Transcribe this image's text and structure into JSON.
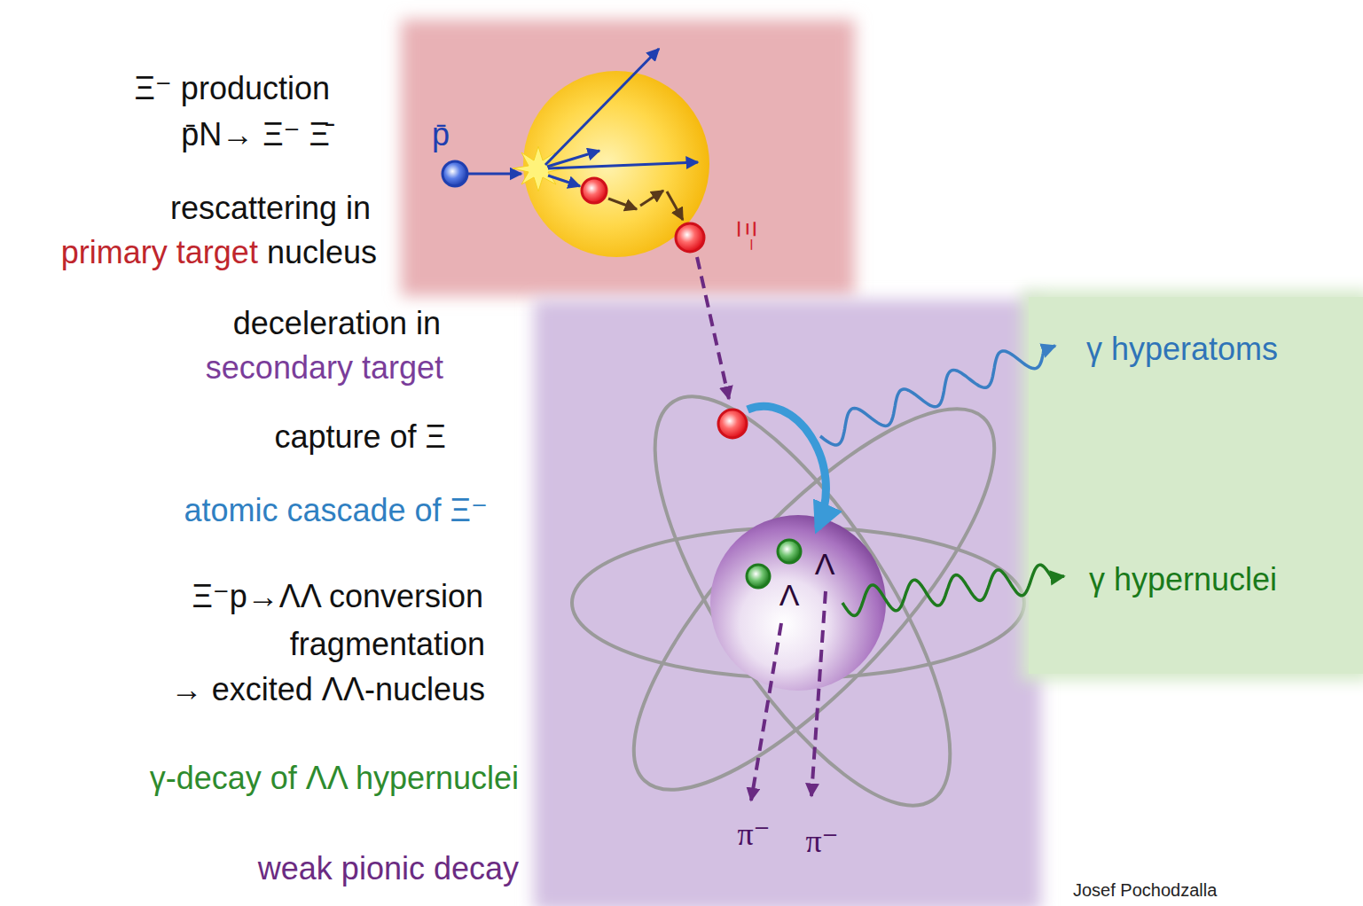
{
  "diagram": {
    "nodes": [
      {
        "text": [
          "γ hyperatoms",
          "γ hypernuclei"
        ]
      },
      {
        "text": [
          "Λ",
          "Λ"
        ]
      }
    ],
    "labels": [
      "Ξ⁻ production",
      "p̄N→ Ξ⁻ Ξ̄",
      "rescattering in",
      "primary target",
      "nucleus",
      "deceleration in",
      "secondary target",
      "capture of Ξ",
      "atomic cascade of Ξ⁻",
      "Ξ⁻p→ΛΛ conversion",
      "fragmentation",
      "→ excited ΛΛ-nucleus",
      "γ-decay of ΛΛ hypernuclei",
      "weak pionic decay",
      "p̄",
      "Ξ⁻",
      "π⁻",
      "π⁻",
      "Josef Pochodzalla"
    ]
  }
}
